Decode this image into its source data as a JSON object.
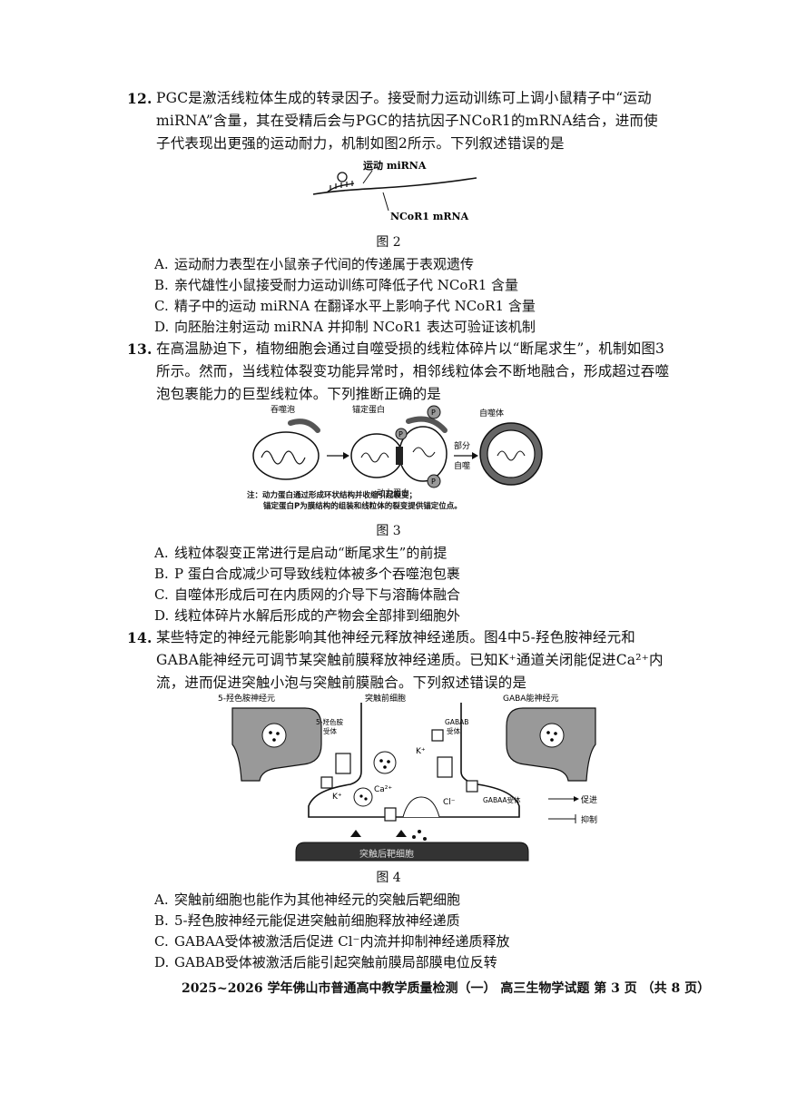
{
  "q12": {
    "num": "12.",
    "stem": "PGC是激活线粒体生成的转录因子。接受耐力运动训练可上调小鼠精子中“运动miRNA”含量，其在受精后会与PGC的拮抗因子NCoR1的mRNA结合，进而使子代表现出更强的运动耐力，机制如图2所示。下列叙述错误的是",
    "fig_label_mirna": "运动 miRNA",
    "fig_label_ncor": "NCoR1 mRNA",
    "caption": "图 2",
    "options": [
      {
        "key": "A.",
        "text": "运动耐力表型在小鼠亲子代间的传递属于表观遗传"
      },
      {
        "key": "B.",
        "text": "亲代雄性小鼠接受耐力运动训练可降低子代 NCoR1 含量"
      },
      {
        "key": "C.",
        "text": "精子中的运动 miRNA 在翻译水平上影响子代 NCoR1 含量"
      },
      {
        "key": "D.",
        "text": "向胚胎注射运动 miRNA 并抑制 NCoR1 表达可验证该机制"
      }
    ]
  },
  "q13": {
    "num": "13.",
    "stem": "在高温胁迫下，植物细胞会通过自噬受损的线粒体碎片以“断尾求生”，机制如图3所示。然而，当线粒体裂变功能异常时，相邻线粒体会不断地融合，形成超过吞噬泡包裹能力的巨型线粒体。下列推断正确的是",
    "fig_labels": {
      "phagophore": "吞噬泡",
      "anchor": "锚定蛋白",
      "autophagosome": "自噬体",
      "dynamin": "动力蛋白",
      "part1": "部分",
      "part2": "自噬",
      "p": "P"
    },
    "note1": "注：动力蛋白通过形成环状结构并收缩引起裂变；",
    "note2": "锚定蛋白P为膜结构的组装和线粒体的裂变提供锚定位点。",
    "caption": "图 3",
    "options": [
      {
        "key": "A.",
        "text": "线粒体裂变正常进行是启动“断尾求生”的前提"
      },
      {
        "key": "B.",
        "text": "P 蛋白合成减少可导致线粒体被多个吞噬泡包裹"
      },
      {
        "key": "C.",
        "text": "自噬体形成后可在内质网的介导下与溶酶体融合"
      },
      {
        "key": "D.",
        "text": "线粒体碎片水解后形成的产物会全部排到细胞外"
      }
    ]
  },
  "q14": {
    "num": "14.",
    "stem": "某些特定的神经元能影响其他神经元释放神经递质。图4中5-羟色胺神经元和GABA能神经元可调节某突触前膜释放神经递质。已知K⁺通道关闭能促进Ca²⁺内流，进而促进突触小泡与突触前膜融合。下列叙述错误的是",
    "fig_labels": {
      "serotonin_neuron": "5-羟色胺神经元",
      "presynaptic": "突触前细胞",
      "gaba_neuron": "GABA能神经元",
      "serotonin_receptor1": "5-羟色胺",
      "serotonin_receptor2": "受体",
      "gabab1": "GABAB",
      "gabab2": "受体",
      "k1": "K⁺",
      "k2": "K⁺",
      "ca": "Ca²⁺",
      "cl": "Cl⁻",
      "gabaa": "GABAA受体",
      "promote": "促进",
      "inhibit": "抑制",
      "postsynaptic": "突触后靶细胞"
    },
    "caption": "图 4",
    "options": [
      {
        "key": "A.",
        "text": "突触前细胞也能作为其他神经元的突触后靶细胞"
      },
      {
        "key": "B.",
        "text": "5-羟色胺神经元能促进突触前细胞释放神经递质"
      },
      {
        "key": "C.",
        "text": "GABAA受体被激活后促进 Cl⁻内流并抑制神经递质释放"
      },
      {
        "key": "D.",
        "text": "GABAB受体被激活后能引起突触前膜局部膜电位反转"
      }
    ]
  },
  "footer": "2025~2026 学年佛山市普通高中教学质量检测（一） 高三生物学试题 第 3 页 （共 8 页）"
}
